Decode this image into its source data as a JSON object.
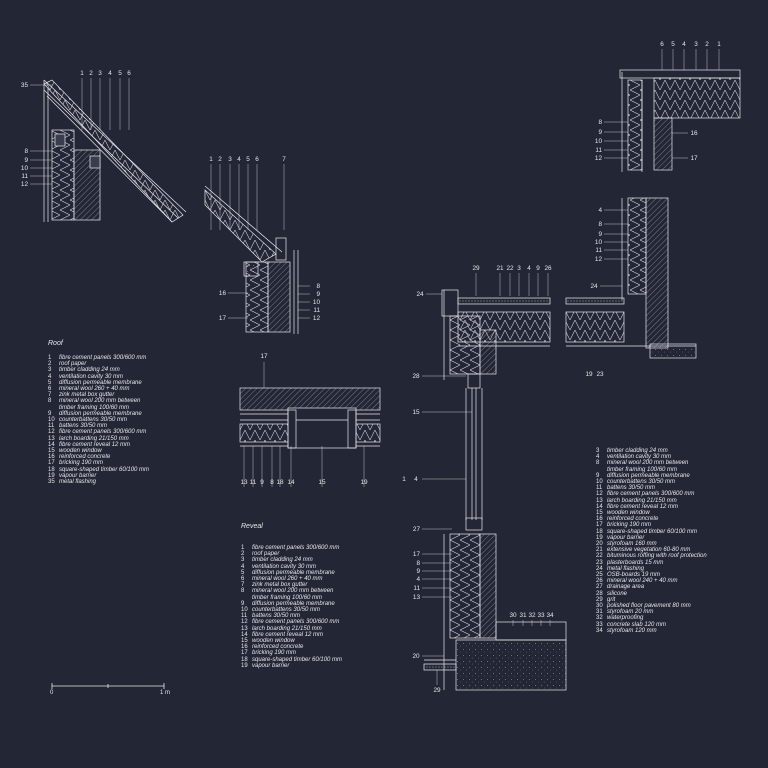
{
  "colors": {
    "background": "#232634",
    "line": "#e6e8ee",
    "hatch": "#c9ccd6"
  },
  "roof_legend": {
    "title": "Roof",
    "items": [
      {
        "n": "1",
        "t": "fibre cement panels 300/600 mm"
      },
      {
        "n": "2",
        "t": "roof paper"
      },
      {
        "n": "3",
        "t": "timber cladding 24 mm"
      },
      {
        "n": "4",
        "t": "ventilation cavity 30 mm"
      },
      {
        "n": "5",
        "t": "diffusion permeable membrane"
      },
      {
        "n": "6",
        "t": "mineral wool 260 + 40 mm"
      },
      {
        "n": "7",
        "t": "zink metal box gutter"
      },
      {
        "n": "8",
        "t": "mineral wool 200 mm between"
      },
      {
        "n": "",
        "t": "timber framing 100/60 mm"
      },
      {
        "n": "9",
        "t": "diffusion permeable membrane"
      },
      {
        "n": "10",
        "t": "counterbattens 30/50 mm"
      },
      {
        "n": "11",
        "t": "battens 30/50 mm"
      },
      {
        "n": "12",
        "t": "fibre cement panels 300/600 mm"
      },
      {
        "n": "13",
        "t": "larch boarding 21/150 mm"
      },
      {
        "n": "14",
        "t": "fibre cement reveal 12 mm"
      },
      {
        "n": "15",
        "t": "wooden window"
      },
      {
        "n": "16",
        "t": "reinforced concrete"
      },
      {
        "n": "17",
        "t": "bricking 190 mm"
      },
      {
        "n": "18",
        "t": "square-shaped timber  60/100 mm"
      },
      {
        "n": "19",
        "t": "vapour barrier"
      },
      {
        "n": "35",
        "t": "metal flashing"
      }
    ]
  },
  "reveal_legend": {
    "title": "Reveal",
    "items": [
      {
        "n": "1",
        "t": "fibre cement panels 300/600 mm"
      },
      {
        "n": "2",
        "t": "roof paper"
      },
      {
        "n": "3",
        "t": "timber cladding 24 mm"
      },
      {
        "n": "4",
        "t": "ventilation cavity 30 mm"
      },
      {
        "n": "5",
        "t": "diffusion permeable membrane"
      },
      {
        "n": "6",
        "t": "mineral wool 260 + 40 mm"
      },
      {
        "n": "7",
        "t": "zink metal box gutter"
      },
      {
        "n": "8",
        "t": "mineral wool 200 mm between"
      },
      {
        "n": "",
        "t": "timber framing 100/60 mm"
      },
      {
        "n": "9",
        "t": "diffusion permeable membrane"
      },
      {
        "n": "10",
        "t": "counterbattens 30/50 mm"
      },
      {
        "n": "11",
        "t": "battens 30/50 mm"
      },
      {
        "n": "12",
        "t": "fibre cement panels 300/600 mm"
      },
      {
        "n": "13",
        "t": "larch boarding 21/150 mm"
      },
      {
        "n": "14",
        "t": "fibre cement reveal 12 mm"
      },
      {
        "n": "15",
        "t": "wooden window"
      },
      {
        "n": "16",
        "t": "reinforced concrete"
      },
      {
        "n": "17",
        "t": "bricking 190 mm"
      },
      {
        "n": "18",
        "t": "square-shaped timber  60/100 mm"
      },
      {
        "n": "19",
        "t": "vapour barrier"
      }
    ]
  },
  "wall_legend": {
    "items": [
      {
        "n": "3",
        "t": "timber cladding 24 mm"
      },
      {
        "n": "4",
        "t": "ventilation cavity 30 mm"
      },
      {
        "n": "8",
        "t": "mineral wool 200 mm between"
      },
      {
        "n": "",
        "t": "timber framing 100/60 mm"
      },
      {
        "n": "9",
        "t": "diffusion permeable membrane"
      },
      {
        "n": "10",
        "t": "counterbattens 30/50 mm"
      },
      {
        "n": "11",
        "t": "battens 30/50 mm"
      },
      {
        "n": "12",
        "t": "fibre cement panels 300/600 mm"
      },
      {
        "n": "13",
        "t": "larch boarding 21/150 mm"
      },
      {
        "n": "14",
        "t": "fibre cement reveal 12 mm"
      },
      {
        "n": "15",
        "t": "wooden window"
      },
      {
        "n": "16",
        "t": "reinforced concrete"
      },
      {
        "n": "17",
        "t": "bricking 190 mm"
      },
      {
        "n": "18",
        "t": "square-shaped timber  60/100 mm"
      },
      {
        "n": "19",
        "t": "vapour barrier"
      },
      {
        "n": "20",
        "t": "styrofoam  160 mm"
      },
      {
        "n": "21",
        "t": "extensive vegetation 60-80 mm"
      },
      {
        "n": "22",
        "t": "bituminous roffing with roof protection"
      },
      {
        "n": "23",
        "t": "plasterboards 15 mm"
      },
      {
        "n": "24",
        "t": "metal flashing"
      },
      {
        "n": "25",
        "t": "OSB-boards 19 mm"
      },
      {
        "n": "26",
        "t": "mineral wool 240 + 40 mm"
      },
      {
        "n": "27",
        "t": "drainage area"
      },
      {
        "n": "28",
        "t": "silicone"
      },
      {
        "n": "29",
        "t": "grit"
      },
      {
        "n": "30",
        "t": "polished floor pavement 80 mm"
      },
      {
        "n": "31",
        "t": "styrofoam 20 mm"
      },
      {
        "n": "32",
        "t": "waterproofing"
      },
      {
        "n": "33",
        "t": "concrete slab 120 mm"
      },
      {
        "n": "34",
        "t": "styrofoam 120 mm"
      }
    ]
  },
  "callouts": {
    "ridge_top": [
      "1",
      "2",
      "3",
      "4",
      "5",
      "6"
    ],
    "ridge_left": [
      "35",
      "8",
      "9",
      "10",
      "11",
      "12"
    ],
    "eave_top": [
      "1",
      "2",
      "3",
      "4",
      "5",
      "6",
      "7"
    ],
    "eave_left": [
      "16",
      "17"
    ],
    "eave_right": [
      "8",
      "9",
      "10",
      "11",
      "12"
    ],
    "reveal_top": [
      "17"
    ],
    "reveal_bottom": [
      "13",
      "11",
      "9",
      "8",
      "18",
      "14",
      "15",
      "19"
    ],
    "topright_top": [
      "6",
      "5",
      "4",
      "3",
      "2",
      "1"
    ],
    "topright_left": [
      "8",
      "9",
      "10",
      "11",
      "12"
    ],
    "topright_right": [
      "16",
      "17"
    ],
    "wall_upper_left": [
      "4",
      "8",
      "9",
      "10",
      "11",
      "12"
    ],
    "wall_upper_right": [
      "24"
    ],
    "parapet_top": [
      "29",
      "21",
      "22",
      "3",
      "4",
      "9",
      "26"
    ],
    "parapet_left": [
      "24"
    ],
    "parapet_bottom": [
      "19",
      "23"
    ],
    "window_left": [
      "28",
      "15",
      "1",
      "4"
    ],
    "base_left": [
      "27",
      "17",
      "8",
      "9",
      "4",
      "11",
      "13"
    ],
    "base_top": [
      "30",
      "31",
      "32",
      "33",
      "34"
    ],
    "base_bottom": [
      "20",
      "29"
    ]
  },
  "scale": {
    "start": "0",
    "end": "1 m"
  }
}
